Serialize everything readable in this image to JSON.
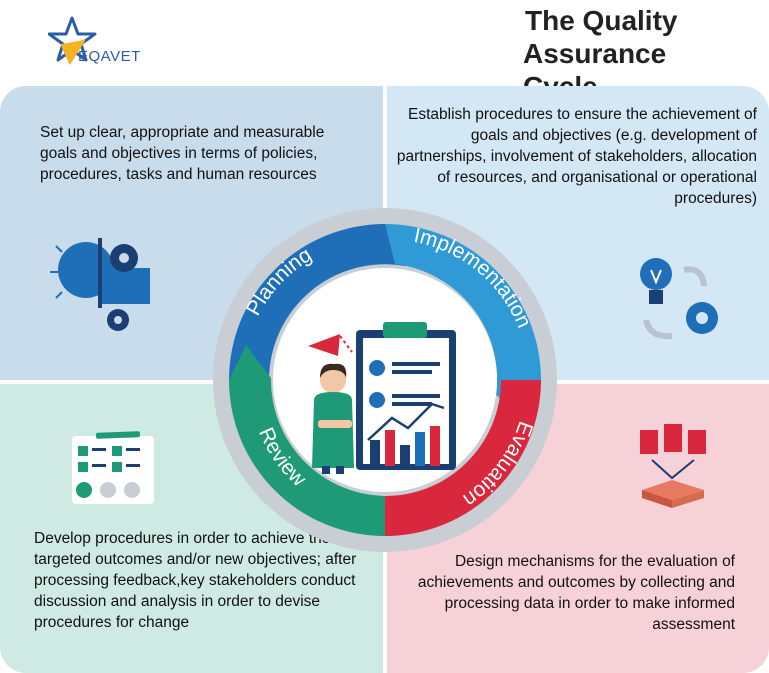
{
  "header": {
    "logo_text": "EQAVET",
    "title_line1": "The Quality",
    "title_line2": "Assurance Cycle"
  },
  "quadrants": {
    "planning": {
      "text": "Set up clear, appropriate and measurable goals and objectives in terms of policies, procedures, tasks and human resources",
      "color": "#c8dcec"
    },
    "implementation": {
      "text": "Establish procedures to ensure the achievement of goals and objectives (e.g. development of partnerships, involvement of stakeholders, allocation of resources, and organisational or operational procedures)",
      "color": "#d3e7f4"
    },
    "review": {
      "text": "Develop procedures in order to achieve the targeted outcomes and/or new objectives; after processing feedback,key stakeholders conduct discussion and analysis in order to devise procedures for change",
      "color": "#cfeae2"
    },
    "evaluation": {
      "text": "Design mechanisms for the evaluation of achievements and outcomes by collecting and processing data in order to make informed assessment",
      "color": "#f6d2d8"
    }
  },
  "cycle": {
    "stages": [
      {
        "label": "Planning",
        "color": "#1e6fb8"
      },
      {
        "label": "Implementation",
        "color": "#2f9ad6"
      },
      {
        "label": "Evaluation",
        "color": "#d9273d"
      },
      {
        "label": "Review",
        "color": "#1f9a76"
      }
    ]
  },
  "icons": {
    "planning": "head-gears-icon",
    "implementation": "lightbulb-gear-icon",
    "review": "checklist-feedback-icon",
    "evaluation": "documents-funnel-icon",
    "center": "person-clipboard-chart-icon"
  }
}
